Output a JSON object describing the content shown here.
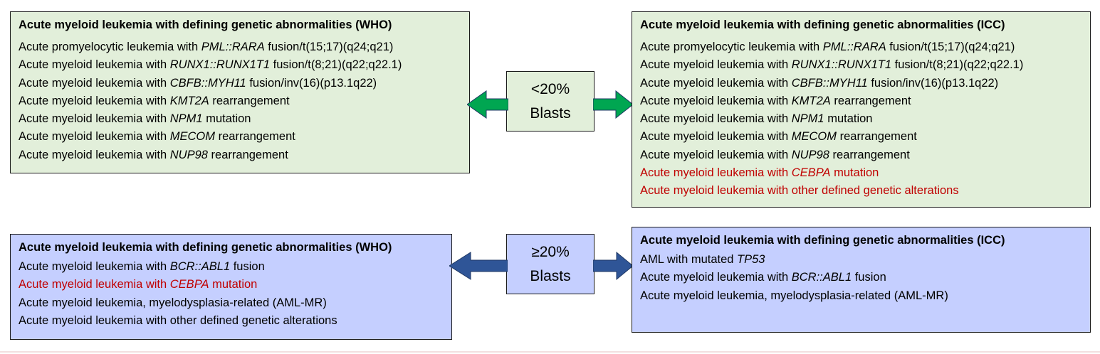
{
  "colors": {
    "green_box": "#e2efda",
    "blue_box": "#c5cfff",
    "green_arrow": "#00a651",
    "blue_arrow": "#2f5597",
    "highlight_red": "#c00000"
  },
  "top_center": {
    "line1": "<20%",
    "line2": "Blasts"
  },
  "bottom_center": {
    "line1": "≥20%",
    "line2": "Blasts"
  },
  "top_left": {
    "title": "Acute myeloid leukemia with defining genetic abnormalities (WHO)",
    "items": [
      {
        "pre": "Acute promyelocytic leukemia with ",
        "gene": "PML::RARA",
        "post": " fusion/t(15;17)(q24;q21)",
        "highlight": false
      },
      {
        "pre": "Acute myeloid leukemia with ",
        "gene": "RUNX1::RUNX1T1",
        "post": " fusion/t(8;21)(q22;q22.1)",
        "highlight": false
      },
      {
        "pre": "Acute myeloid leukemia with ",
        "gene": "CBFB::MYH11",
        "post": " fusion/inv(16)(p13.1q22)",
        "highlight": false
      },
      {
        "pre": "Acute myeloid leukemia with ",
        "gene": "KMT2A",
        "post": " rearrangement",
        "highlight": false
      },
      {
        "pre": "Acute myeloid leukemia with ",
        "gene": "NPM1",
        "post": " mutation",
        "highlight": false
      },
      {
        "pre": "Acute myeloid leukemia with ",
        "gene": "MECOM",
        "post": " rearrangement",
        "highlight": false
      },
      {
        "pre": "Acute myeloid leukemia with ",
        "gene": "NUP98",
        "post": " rearrangement",
        "highlight": false
      }
    ]
  },
  "top_right": {
    "title": "Acute myeloid leukemia with defining genetic abnormalities (ICC)",
    "items": [
      {
        "pre": "Acute promyelocytic leukemia with ",
        "gene": "PML::RARA",
        "post": " fusion/t(15;17)(q24;q21)",
        "highlight": false
      },
      {
        "pre": "Acute myeloid leukemia with ",
        "gene": "RUNX1::RUNX1T1",
        "post": " fusion/t(8;21)(q22;q22.1)",
        "highlight": false
      },
      {
        "pre": "Acute myeloid leukemia with ",
        "gene": "CBFB::MYH11",
        "post": " fusion/inv(16)(p13.1q22)",
        "highlight": false
      },
      {
        "pre": "Acute myeloid leukemia with ",
        "gene": "KMT2A",
        "post": " rearrangement",
        "highlight": false
      },
      {
        "pre": "Acute myeloid leukemia with ",
        "gene": "NPM1",
        "post": " mutation",
        "highlight": false
      },
      {
        "pre": "Acute myeloid leukemia with ",
        "gene": "MECOM",
        "post": " rearrangement",
        "highlight": false
      },
      {
        "pre": "Acute myeloid leukemia with ",
        "gene": "NUP98",
        "post": " rearrangement",
        "highlight": false
      },
      {
        "pre": "Acute myeloid leukemia with ",
        "gene": "CEBPA",
        "post": " mutation",
        "highlight": true
      },
      {
        "pre": "Acute myeloid leukemia with other defined genetic alterations",
        "gene": "",
        "post": "",
        "highlight": true
      }
    ]
  },
  "bottom_left": {
    "title": "Acute myeloid leukemia with defining genetic abnormalities (WHO)",
    "items": [
      {
        "pre": "Acute myeloid leukemia with ",
        "gene": "BCR::ABL1",
        "post": " fusion",
        "highlight": false
      },
      {
        "pre": "Acute myeloid leukemia with ",
        "gene": "CEBPA",
        "post": " mutation",
        "highlight": true
      },
      {
        "pre": "Acute myeloid leukemia, myelodysplasia-related (AML-MR)",
        "gene": "",
        "post": "",
        "highlight": false
      },
      {
        "pre": "Acute myeloid leukemia with other defined genetic alterations",
        "gene": "",
        "post": "",
        "highlight": false
      }
    ]
  },
  "bottom_right": {
    "title": "Acute myeloid leukemia with defining genetic abnormalities (ICC)",
    "items": [
      {
        "pre": "AML with mutated ",
        "gene": "TP53",
        "post": "",
        "highlight": false
      },
      {
        "pre": "Acute myeloid leukemia with ",
        "gene": "BCR::ABL1",
        "post": " fusion",
        "highlight": false
      },
      {
        "pre": "Acute myeloid leukemia, myelodysplasia-related (AML-MR)",
        "gene": "",
        "post": "",
        "highlight": false
      }
    ]
  }
}
